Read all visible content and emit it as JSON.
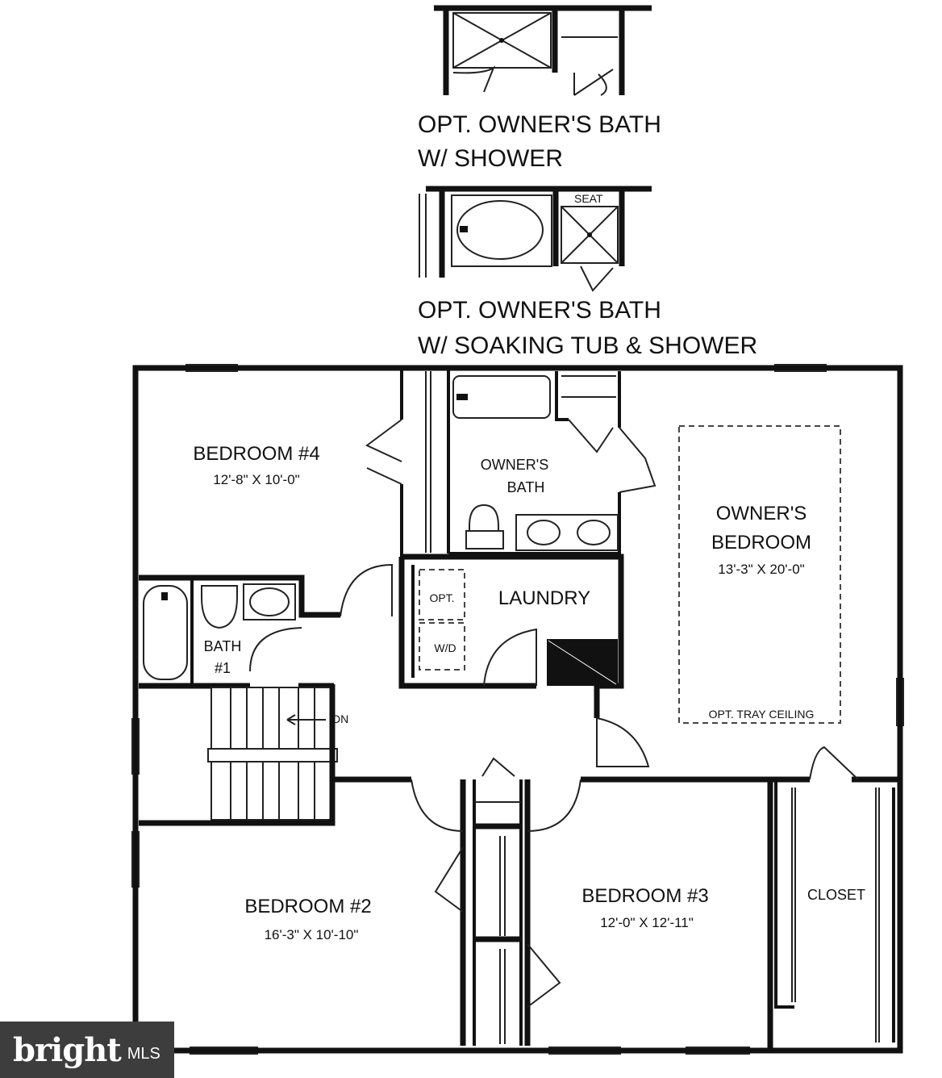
{
  "options": {
    "shower_title_line1": "OPT. OWNER'S BATH",
    "shower_title_line2": "W/ SHOWER",
    "tub_title_line1": "OPT. OWNER'S BATH",
    "tub_title_line2": "W/ SOAKING TUB & SHOWER",
    "seat_label": "SEAT"
  },
  "rooms": {
    "bedroom4": {
      "name": "BEDROOM #4",
      "dims": "12'-8\" X 10'-0\""
    },
    "owners_bath": {
      "line1": "OWNER'S",
      "line2": "BATH"
    },
    "owners_bedroom": {
      "line1": "OWNER'S",
      "line2": "BEDROOM",
      "dims": "13'-3\" X 20'-0\""
    },
    "laundry": {
      "name": "LAUNDRY",
      "opt": "OPT.",
      "wd": "W/D"
    },
    "bath1": {
      "line1": "BATH",
      "line2": "#1"
    },
    "stairs": {
      "dn": "DN"
    },
    "tray_ceiling": "OPT. TRAY CEILING",
    "bedroom2": {
      "name": "BEDROOM #2",
      "dims": "16'-3\" X 10'-10\""
    },
    "bedroom3": {
      "name": "BEDROOM #3",
      "dims": "12'-0\" X 12'-11\""
    },
    "closet": "CLOSET"
  },
  "watermark": {
    "brand": "bright",
    "suffix": "MLS"
  }
}
